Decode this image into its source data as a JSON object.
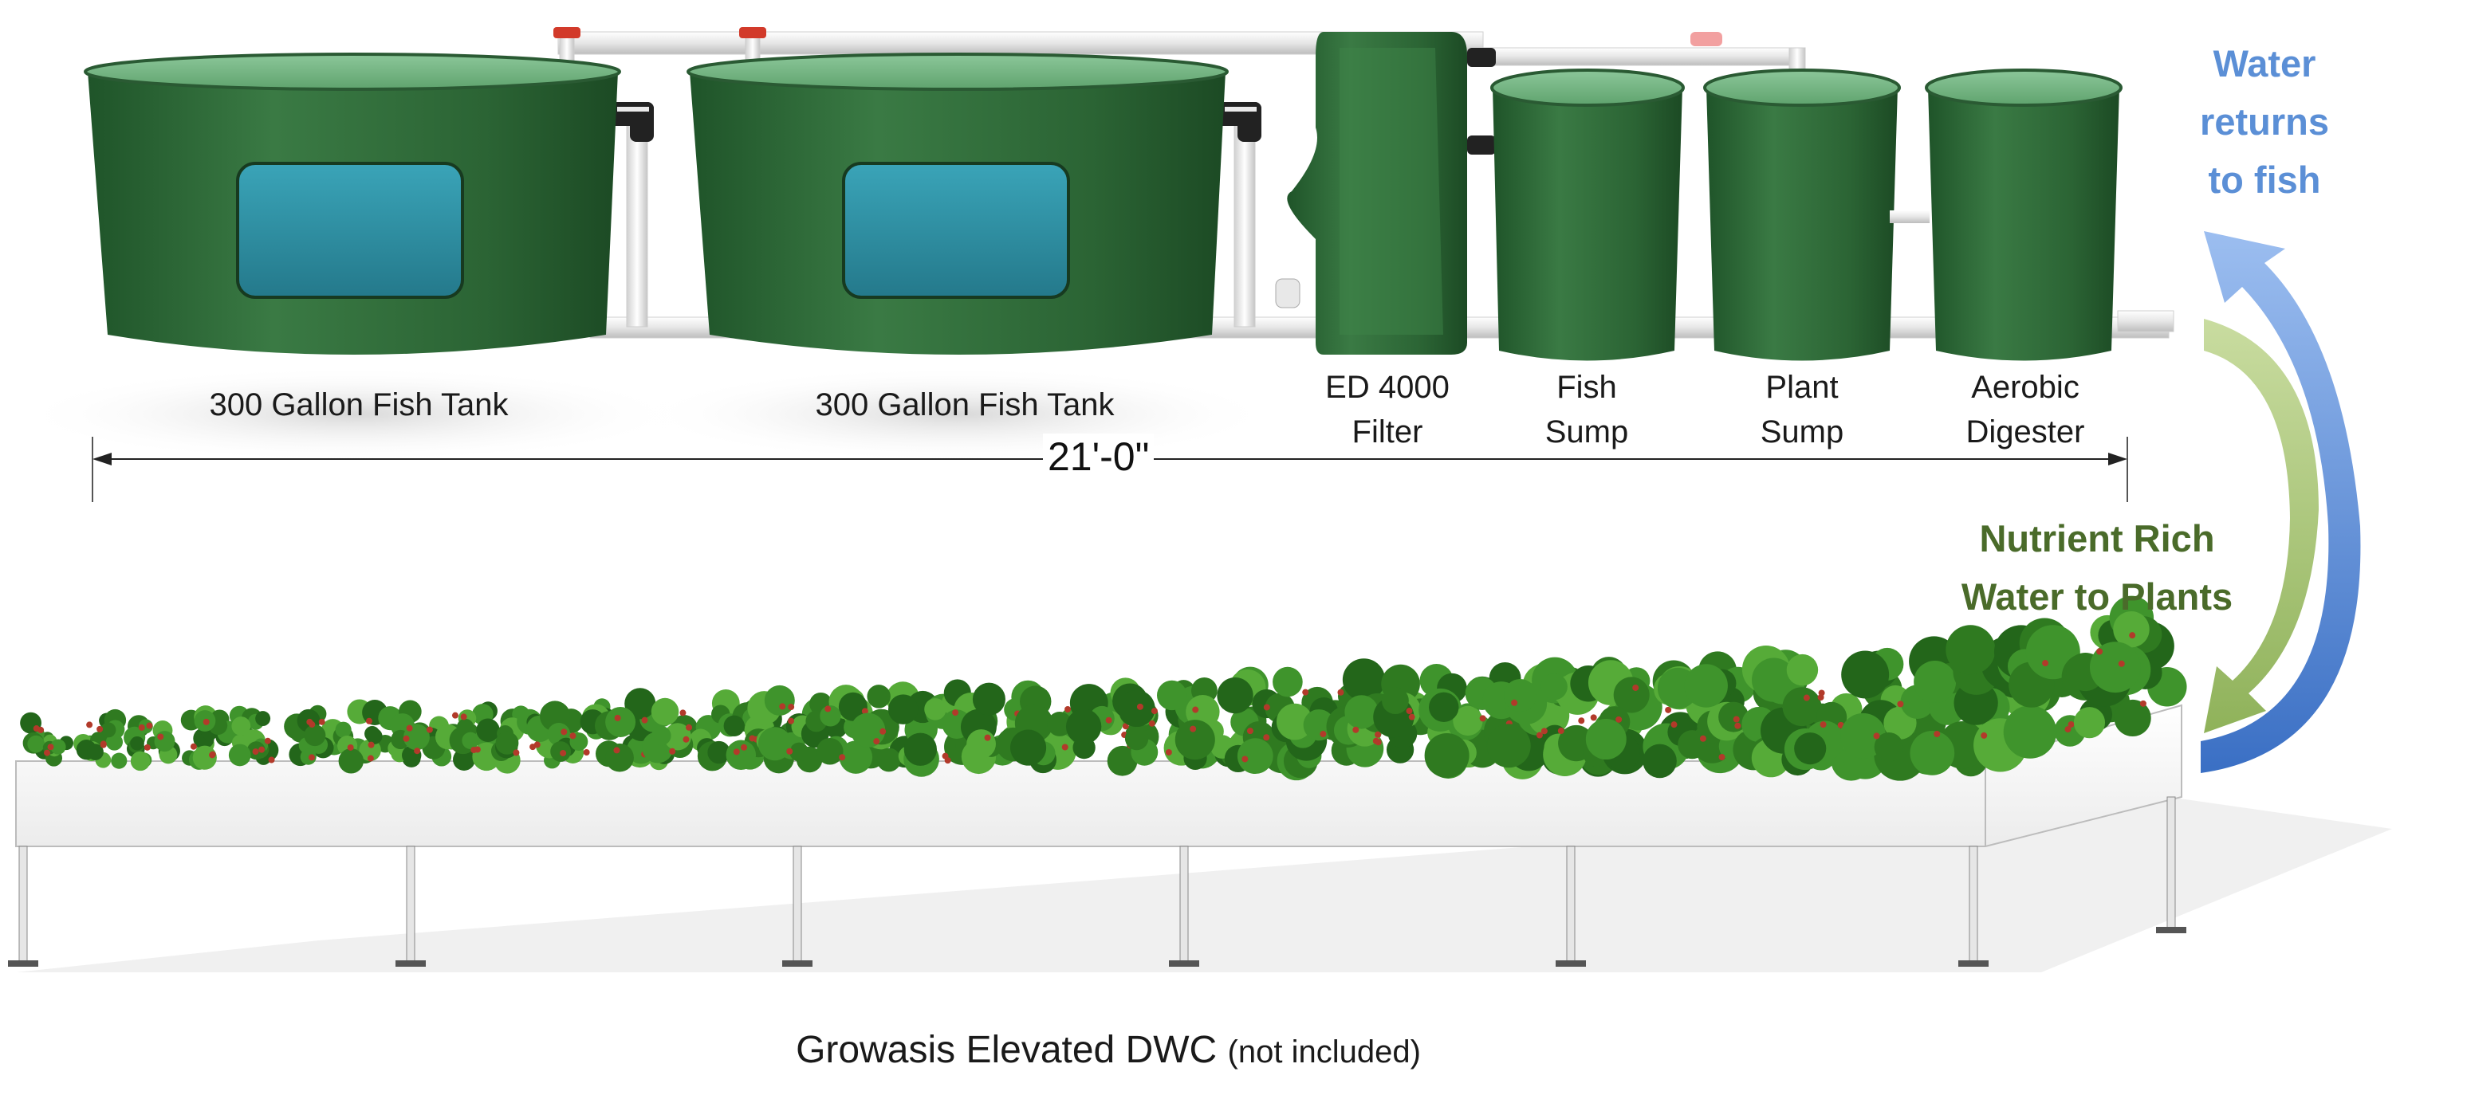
{
  "components": [
    {
      "id": "fish-tank-1",
      "label": "300 Gallon Fish Tank"
    },
    {
      "id": "fish-tank-2",
      "label": "300 Gallon Fish Tank"
    },
    {
      "id": "filter",
      "label": "ED 4000\nFilter"
    },
    {
      "id": "fish-sump",
      "label": "Fish\nSump"
    },
    {
      "id": "plant-sump",
      "label": "Plant\nSump"
    },
    {
      "id": "aerobic-digester",
      "label": "Aerobic\nDigester"
    }
  ],
  "dimension": "21'-0\"",
  "flows": {
    "return_text": "Water\nreturns\nto fish",
    "return_color": "#5b8fd6",
    "nutrient_text": "Nutrient Rich\nWater to Plants",
    "nutrient_color": "#4a6b2a"
  },
  "caption": {
    "main": "Growasis Elevated DWC",
    "note": "(not included)"
  },
  "colors": {
    "tank_green": "#2f6b3a",
    "window_blue": "#2e8fa3",
    "pipe_white": "#f2f2f2",
    "plant_green": "#3f8f2a"
  }
}
